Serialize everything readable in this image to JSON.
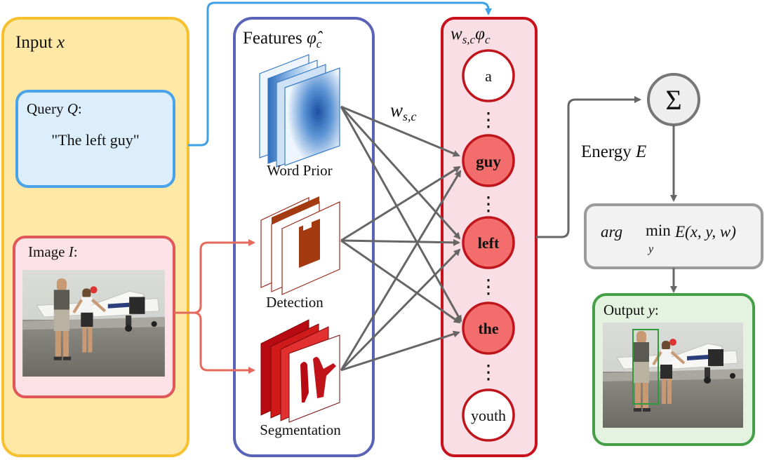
{
  "input": {
    "title": "Input",
    "var": "x",
    "query": {
      "label": "Query",
      "var": "Q",
      "colon": ":",
      "text": "\"The left guy\""
    },
    "image": {
      "label": "Image",
      "var": "I",
      "colon": ":"
    }
  },
  "features": {
    "title": "Features",
    "symbol": "φ̂",
    "sub": "c",
    "items": [
      {
        "name": "word-prior",
        "label": "Word Prior"
      },
      {
        "name": "detection",
        "label": "Detection"
      },
      {
        "name": "segmentation",
        "label": "Segmentation"
      }
    ]
  },
  "weights": {
    "w": "w",
    "sub": "s,c"
  },
  "words": {
    "header_w": "w",
    "header_sub": "s,c",
    "header_phi": "φ",
    "header_phi_sub": "c",
    "items": [
      {
        "text": "a",
        "active": false
      },
      {
        "text": "guy",
        "active": true
      },
      {
        "text": "left",
        "active": true
      },
      {
        "text": "the",
        "active": true
      },
      {
        "text": "youth",
        "active": false
      }
    ],
    "dots": "⋮"
  },
  "sum": {
    "symbol": "Σ"
  },
  "energy": {
    "label": "Energy",
    "var": "E"
  },
  "argmin": {
    "arg": "arg",
    "min": "min",
    "sub": "y",
    "expr": "E(x, y, w)"
  },
  "output": {
    "label": "Output",
    "var": "y",
    "colon": ":"
  },
  "colors": {
    "input_fill": "#fde8a6",
    "input_stroke": "#f7c02f",
    "query_fill": "#dcedfb",
    "query_stroke": "#4aa3e8",
    "image_fill": "#fce1e6",
    "image_stroke": "#e0575a",
    "features_stroke": "#5a63b8",
    "words_fill": "#f9dfe5",
    "words_stroke": "#c8111d",
    "active_node": "#f36d6d",
    "node_stroke": "#c0151c",
    "arrow_gray": "#666666",
    "arrow_blue": "#3ea0e6",
    "arrow_red": "#e56a5e",
    "argmin_fill": "#f2f2f2",
    "argmin_stroke": "#9b9b9b",
    "output_fill": "#e3f3df",
    "output_stroke": "#43a047"
  }
}
